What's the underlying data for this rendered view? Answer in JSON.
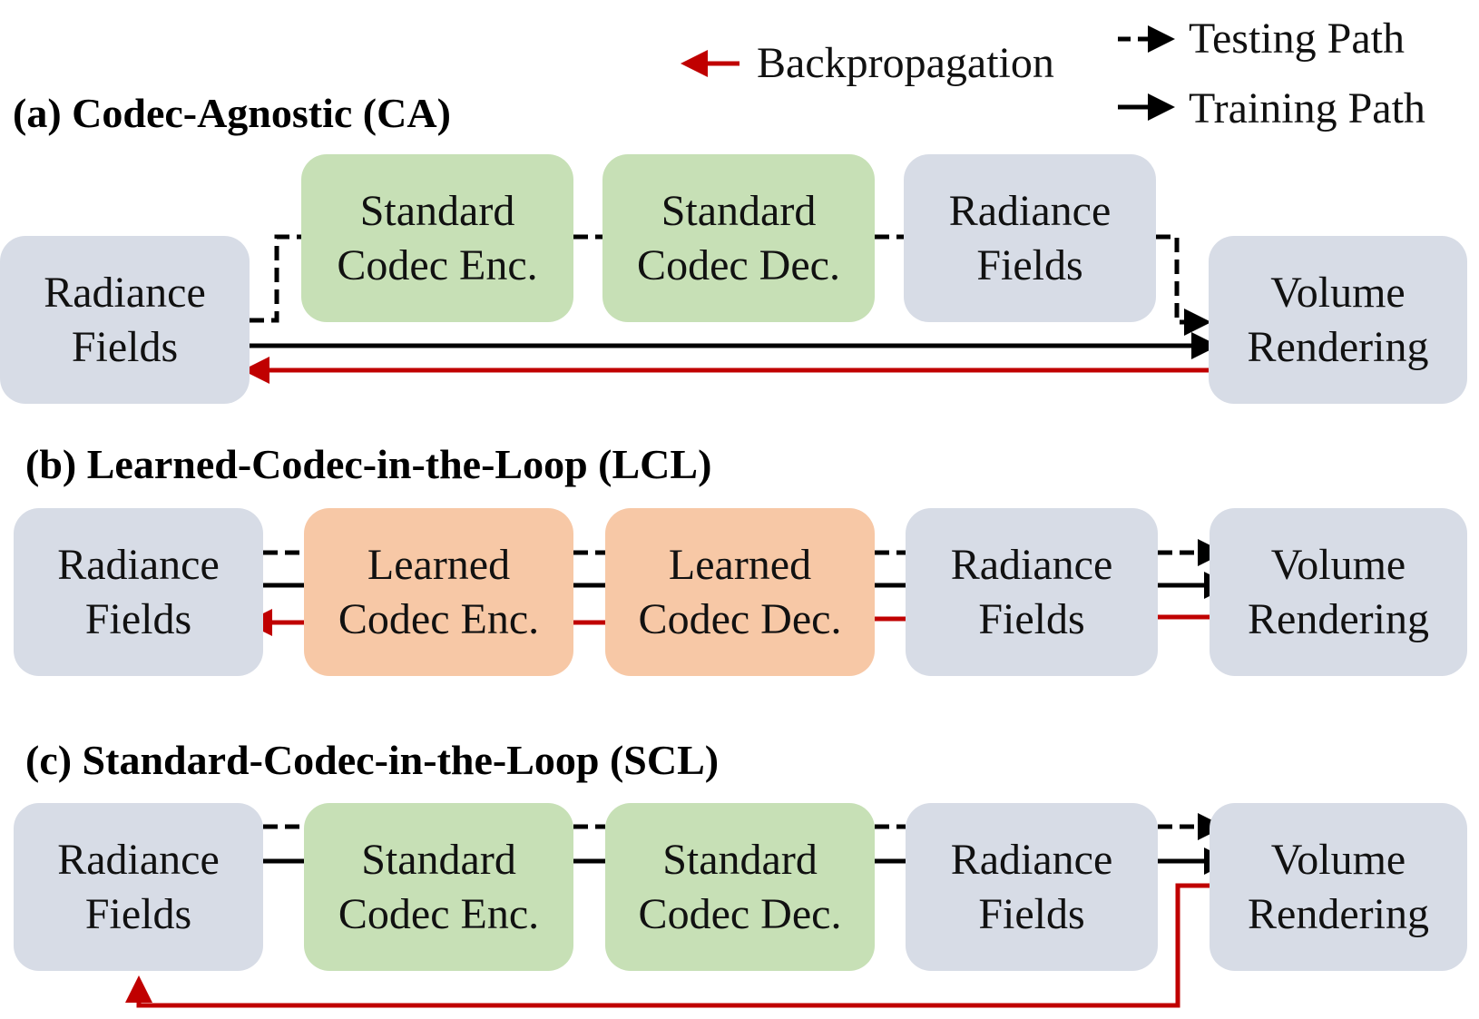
{
  "legend": {
    "backprop": "Backpropagation",
    "testing": "Testing Path",
    "training": "Training Path"
  },
  "colors": {
    "gray_box": "#d7dce6",
    "green_box": "#c7e0b6",
    "orange_box": "#f7c8a6",
    "backprop_arrow": "#c00000",
    "path_arrow": "#000000"
  },
  "sections": [
    {
      "title": "(a) Codec-Agnostic (CA)",
      "boxes": [
        {
          "line1": "Radiance",
          "line2": "Fields"
        },
        {
          "line1": "Standard",
          "line2": "Codec Enc."
        },
        {
          "line1": "Standard",
          "line2": "Codec Dec."
        },
        {
          "line1": "Radiance",
          "line2": "Fields"
        },
        {
          "line1": "Volume",
          "line2": "Rendering"
        }
      ]
    },
    {
      "title": "(b) Learned-Codec-in-the-Loop (LCL)",
      "boxes": [
        {
          "line1": "Radiance",
          "line2": "Fields"
        },
        {
          "line1": "Learned",
          "line2": "Codec Enc."
        },
        {
          "line1": "Learned",
          "line2": "Codec Dec."
        },
        {
          "line1": "Radiance",
          "line2": "Fields"
        },
        {
          "line1": "Volume",
          "line2": "Rendering"
        }
      ]
    },
    {
      "title": "(c) Standard-Codec-in-the-Loop (SCL)",
      "boxes": [
        {
          "line1": "Radiance",
          "line2": "Fields"
        },
        {
          "line1": "Standard",
          "line2": "Codec Enc."
        },
        {
          "line1": "Standard",
          "line2": "Codec Dec."
        },
        {
          "line1": "Radiance",
          "line2": "Fields"
        },
        {
          "line1": "Volume",
          "line2": "Rendering"
        }
      ]
    }
  ]
}
